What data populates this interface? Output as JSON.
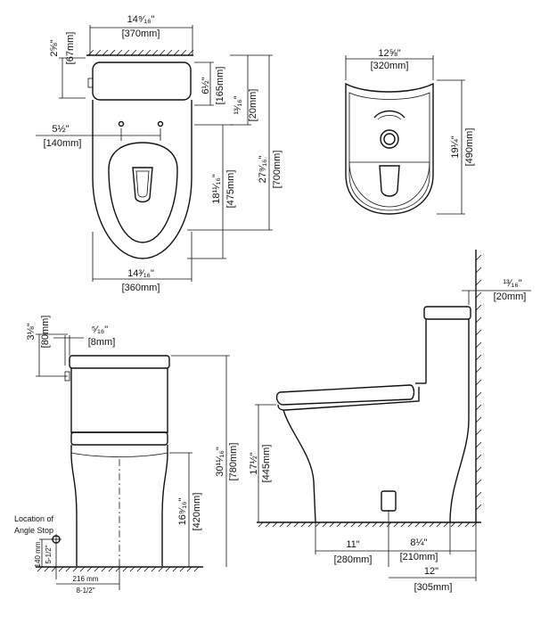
{
  "dims": {
    "top_width_in": "14⁹⁄₁₆\"",
    "top_width_mm": "[370mm]",
    "tank_depth_in": "2⅝\"",
    "tank_depth_mm": "[67mm]",
    "tank_lid_in": "6½\"",
    "tank_lid_mm": "[165mm]",
    "gap_in": "¹³⁄₁₆\"",
    "gap_mm": "[20mm]",
    "total_len_in": "27⁹⁄₁₆\"",
    "total_len_mm": "[700mm]",
    "bolt_in": "5½\"",
    "bolt_mm": "[140mm]",
    "bowl_len_in": "18¹¹⁄₁₆\"",
    "bowl_len_mm": "[475mm]",
    "bowl_width_in": "14³⁄₁₆\"",
    "bowl_width_mm": "[360mm]",
    "base_width_in": "12⅝\"",
    "base_width_mm": "[320mm]",
    "base_len_in": "19¼\"",
    "base_len_mm": "[490mm]",
    "front_height_in": "3⅛\"",
    "front_height_mm": "[80mm]",
    "lid_thick_in": "⁵⁄₁₆\"",
    "lid_thick_mm": "[8mm]",
    "total_h_in": "30¹¹⁄₁₆\"",
    "total_h_mm": "[780mm]",
    "seat_h_in": "16⁹⁄₁₆\"",
    "seat_h_mm": "[420mm]",
    "side_gap_in": "¹³⁄₁₆\"",
    "side_gap_mm": "[20mm]",
    "side_seat_in": "17½\"",
    "side_seat_mm": "[445mm]",
    "d11_in": "11\"",
    "d11_mm": "[280mm]",
    "d8_in": "8¼\"",
    "d8_mm": "[210mm]",
    "d12_in": "12\"",
    "d12_mm": "[305mm]"
  },
  "angle_stop": {
    "label_line1": "Location of",
    "label_line2": "Angle Stop",
    "v_mm": "140 mm",
    "v_in": "5-1/2\"",
    "h_mm": "216 mm",
    "h_in": "8-1/2\""
  }
}
